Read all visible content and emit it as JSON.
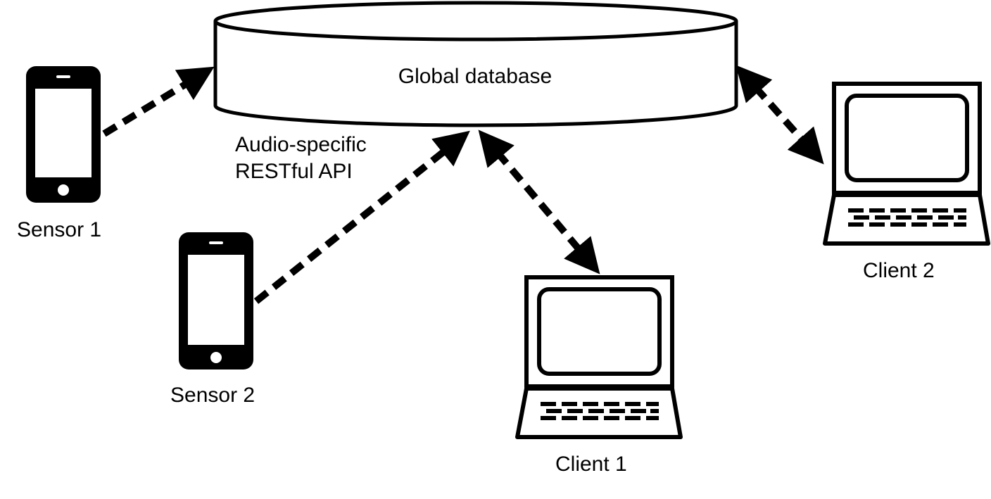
{
  "database": {
    "label": "Global database"
  },
  "api": {
    "line1": "Audio-specific",
    "line2": "RESTful API"
  },
  "sensors": [
    {
      "label": "Sensor 1",
      "icon": "smartphone-icon"
    },
    {
      "label": "Sensor 2",
      "icon": "smartphone-icon"
    }
  ],
  "clients": [
    {
      "label": "Client 1",
      "icon": "laptop-icon"
    },
    {
      "label": "Client 2",
      "icon": "laptop-icon"
    }
  ],
  "connections": [
    {
      "from": "Sensor 1",
      "to": "Global database",
      "direction": "one-way"
    },
    {
      "from": "Sensor 2",
      "to": "Global database",
      "direction": "one-way"
    },
    {
      "from": "Global database",
      "to": "Client 1",
      "direction": "two-way"
    },
    {
      "from": "Global database",
      "to": "Client 2",
      "direction": "two-way"
    }
  ],
  "colors": {
    "stroke": "#000000",
    "background": "#ffffff"
  }
}
